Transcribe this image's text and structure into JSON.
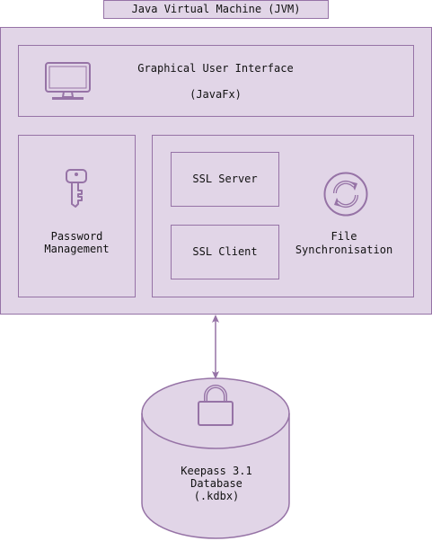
{
  "jvm": {
    "label": "Java Virtual Machine (JVM)"
  },
  "gui": {
    "line1": "Graphical User Interface",
    "line2": "(JavaFx)",
    "icon": "monitor-icon"
  },
  "password": {
    "line1": "Password",
    "line2": "Management",
    "icon": "key-icon"
  },
  "ssl_server": {
    "label": "SSL Server"
  },
  "ssl_client": {
    "label": "SSL Client"
  },
  "file_sync": {
    "line1": "File",
    "line2": "Synchronisation",
    "icon": "sync-icon"
  },
  "database": {
    "line1": "Keepass 3.1",
    "line2": "Database",
    "line3": "(.kdbx)",
    "icon": "lock-icon"
  },
  "colors": {
    "fill": "#e1d5e7",
    "stroke": "#9673a6"
  }
}
